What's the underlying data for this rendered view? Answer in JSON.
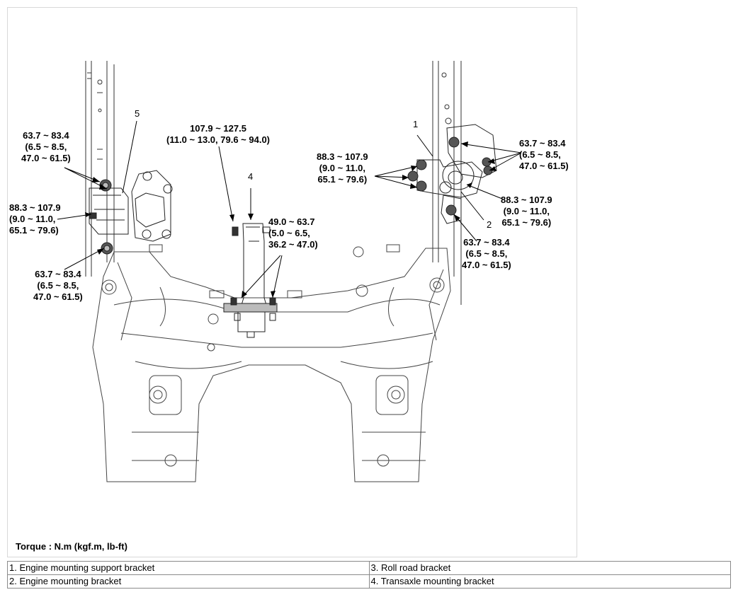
{
  "labels": {
    "l5_top": "63.7 ~ 83.4\n(6.5 ~ 8.5,\n47.0 ~ 61.5)",
    "l5_mid": "88.3 ~ 107.9\n(9.0 ~ 11.0,\n65.1 ~ 79.6)",
    "l5_bot": "63.7 ~ 83.4\n(6.5 ~ 8.5,\n47.0 ~ 61.5)",
    "center_top": "107.9 ~ 127.5\n(11.0 ~ 13.0, 79.6 ~ 94.0)",
    "center_right": "49.0 ~ 63.7\n(5.0 ~ 6.5,\n36.2 ~ 47.0)",
    "r_left": "88.3 ~ 107.9\n(9.0 ~ 11.0,\n65.1 ~ 79.6)",
    "r_top_right": "63.7 ~ 83.4\n(6.5 ~ 8.5,\n47.0 ~ 61.5)",
    "r_mid_right": "88.3 ~ 107.9\n(9.0 ~ 11.0,\n65.1 ~ 79.6)",
    "r_bot": "63.7 ~ 83.4\n(6.5 ~ 8.5,\n47.0 ~ 61.5)"
  },
  "callouts": {
    "n1": "1",
    "n2": "2",
    "n4": "4",
    "n5": "5"
  },
  "torque_unit": "Torque : N.m (kgf.m, lb-ft)",
  "legend": [
    [
      "1. Engine mounting support bracket",
      "3. Roll road bracket"
    ],
    [
      "2. Engine mounting bracket",
      "4. Transaxle mounting bracket"
    ]
  ]
}
